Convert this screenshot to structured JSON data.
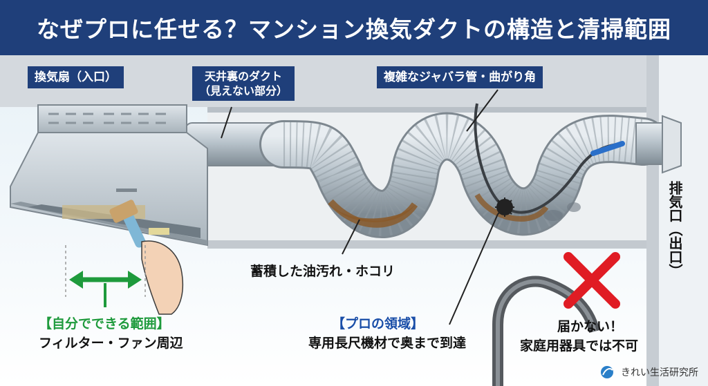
{
  "title": "なぜプロに任せる？マンション換気ダクトの構造と清掃範囲",
  "labels": {
    "fan": "換気扇（入口）",
    "ceiling_duct_1": "天井裏のダクト",
    "ceiling_duct_2": "（見えない部分）",
    "bellows": "複雑なジャバラ管・曲がり角",
    "buildup": "蓄積した油汚れ・ホコリ",
    "exhaust": "排気口（出口）"
  },
  "self_area": {
    "heading": "【自分でできる範囲】",
    "detail": "フィルター・ファン周辺"
  },
  "pro_area": {
    "heading": "【プロの領域】",
    "detail": "専用長尺機材で奥まで到達"
  },
  "unreachable": {
    "line1": "届かない！",
    "line2": "家庭用器具では不可"
  },
  "brand": "きれい生活研究所",
  "colors": {
    "title_bg": "#1f3f7a",
    "self_green": "#1e9a3c",
    "pro_blue": "#1a4ea8",
    "cross_red": "#e01c24",
    "grime": "#8a5a2b"
  }
}
